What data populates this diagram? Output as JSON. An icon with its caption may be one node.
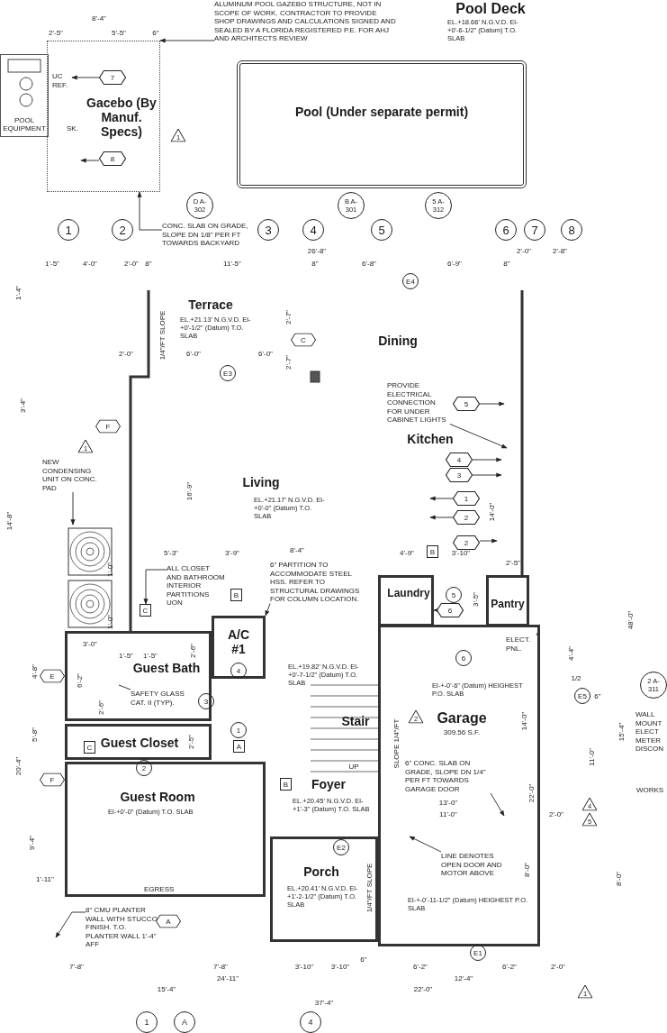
{
  "diagram": {
    "nodes": [
      {
        "text": [
          "POOL EQUIPMENT"
        ]
      },
      {
        "text": [
          "Gacebo (By Manuf. Specs)"
        ]
      },
      {
        "text": [
          "7"
        ],
        "in": 1
      },
      {
        "text": [
          "8"
        ],
        "in": 1
      },
      {
        "text": [
          "Pool (Under separate permit)"
        ]
      },
      {
        "text": [
          "ALUMINUM POOL GAZEBO STRUCTURE, NOT IN SCOPE OF WORK. CONTRACTOR TO PROVIDE SHOP DRAWINGS AND CALCULATIONS SIGNED AND SEALED BY A FLORIDA REGISTERED P.E. FOR AHJ AND ARCHITECTS REVIEW"
        ]
      },
      {
        "text": [
          "CONC. SLAB ON GRADE, SLOPE DN 1/8\" PER FT TOWARDS BACKYARD"
        ]
      },
      {
        "text": [
          "PROVIDE ELECTRICAL CONNECTION FOR UNDER CABINET LIGHTS"
        ]
      },
      {
        "text": [
          "5"
        ]
      },
      {
        "text": [
          "4"
        ]
      },
      {
        "text": [
          "3"
        ]
      },
      {
        "text": [
          "1"
        ]
      },
      {
        "text": [
          "2"
        ]
      },
      {
        "text": [
          "NEW CONDENSING UNIT ON CONC. PAD"
        ]
      },
      {
        "text": [],
        "shape": "picture"
      },
      {
        "text": [
          "2"
        ]
      },
      {
        "text": [
          "ALL CLOSET AND BATHROOM INTERIOR PARTITIONS UON"
        ]
      },
      {
        "text": [
          "6\" PARTITION TO ACCOMMODATE STEEL HSS. REFER TO STRUCTURAL DRAWINGS FOR COLUMN LOCATION."
        ]
      },
      {
        "text": [
          "Laundry"
        ]
      },
      {
        "text": [
          "6"
        ]
      },
      {
        "text": [
          "Pantry"
        ]
      },
      {
        "text": [
          "A/C #1"
        ]
      },
      {
        "text": [
          "Guest Bath"
        ]
      },
      {
        "text": [
          "SAFETY GLASS CAT. II (TYP)."
        ],
        "in": 22
      },
      {
        "text": [
          "Guest Closet"
        ]
      },
      {
        "text": [
          "El-+-0'-6\" (Datum) HEIGHEST P.O. SLAB",
          "Garage",
          "309.56 S.F.",
          "El-+-0'-11-1/2\" (Datum) HEIGHEST P.O. SLAB"
        ]
      },
      {
        "text": [
          "ELECT. PNL."
        ],
        "in": 25
      },
      {
        "text": [
          "6\" CONC. SLAB ON GRADE, SLOPE DN 1/4\" PER FT TOWARDS GARAGE DOOR"
        ],
        "in": 25
      },
      {
        "text": [
          "LINE DENOTES OPEN DOOR AND MOTOR ABOVE"
        ],
        "in": 25
      },
      {
        "text": [
          "Guest Room",
          "El-+0'-0\" (Datum) T.O. SLAB"
        ]
      },
      {
        "text": [
          "Porch",
          "EL.+20.41' N.G.V.D. El-+1'-2-1/2\" (Datum) T.O. SLAB"
        ]
      },
      {
        "text": [
          "8\" CMU PLANTER WALL WITH STUCCO FINISH. T.O. PLANTER WALL 1'-4\" AFF"
        ]
      },
      {
        "text": [
          "C"
        ]
      },
      {
        "text": [
          "B"
        ]
      },
      {
        "text": [
          "B"
        ]
      },
      {
        "text": [
          "C"
        ],
        "in": 24
      },
      {
        "text": [
          "A"
        ]
      },
      {
        "text": [
          "B"
        ]
      },
      {
        "text": [
          "UC REF."
        ],
        "in": 1
      }
    ],
    "edges": [
      {
        "from": 5,
        "to": 1,
        "arrow": "to"
      },
      {
        "from": 6,
        "to": 1,
        "arrow": "to"
      },
      {
        "from": 7,
        "to": null,
        "arrow": "to"
      },
      {
        "from": 13,
        "to": 14,
        "arrow": "to"
      },
      {
        "from": 16,
        "to": 32,
        "arrow": "to"
      },
      {
        "from": 17,
        "to": 21,
        "arrow": "to"
      },
      {
        "from": 23,
        "to": null,
        "arrow": "none"
      },
      {
        "from": 27,
        "to": null,
        "arrow": "to"
      },
      {
        "from": 28,
        "to": null,
        "arrow": "to"
      },
      {
        "from": 31,
        "to": null,
        "arrow": "to"
      },
      {
        "from": 26,
        "to": null,
        "arrow": "none"
      },
      {
        "from": 2,
        "to": 38,
        "arrow": "to"
      },
      {
        "from": 3,
        "to": null,
        "arrow": "to"
      },
      {
        "from": 8,
        "to": null,
        "arrow": "to"
      },
      {
        "from": 9,
        "to": null,
        "arrow": "to"
      },
      {
        "from": 10,
        "to": null,
        "arrow": "to"
      },
      {
        "from": 11,
        "to": null,
        "arrow": "to"
      },
      {
        "from": 12,
        "to": null,
        "arrow": "to"
      },
      {
        "from": 15,
        "to": null,
        "arrow": "to"
      },
      {
        "from": 19,
        "to": 18,
        "arrow": "to"
      }
    ],
    "labels": [
      "Pool Deck",
      "EL.+18.66' N.G.V.D. El-+0'-6-1/2\" (Datum) T.O. SLAB",
      "8'-4\"",
      "2'-5\"",
      "5'-5\"",
      "6\"",
      "SK.",
      "1",
      "D A-302",
      "B A-301",
      "5 A-312",
      "1",
      "2",
      "3",
      "4",
      "5",
      "6",
      "7",
      "8",
      "1'-5\"",
      "4'-0\"",
      "2'-0\"",
      "8\"",
      "11'-5\"",
      "26'-8\"",
      "8\"",
      "6'-8\"",
      "6'-9\"",
      "8\"",
      "2'-0\"",
      "2'-8\"",
      "E4",
      "Terrace",
      "EL.+21.13' N.G.V.D. El-+0'-1/2\" (Datum) T.O. SLAB",
      "1/4\"/FT SLOPE",
      "2'-0\"",
      "6'-0\"",
      "6'-0\"",
      "2'-7\"",
      "2'-7\"",
      "C",
      "E3",
      "Dining",
      "1'-4\"",
      "3'-4\"",
      "F",
      "1",
      "Kitchen",
      "Living",
      "EL.+21.17' N.G.V.D. El-+0'-0\" (Datum) T.O. SLAB",
      "16'-9\"",
      "14'-0\"",
      "14'-8\"",
      "1'-0\"",
      "1'-0\"",
      "5'-3\"",
      "3'-9\"",
      "8'-4\"",
      "4'-9\"",
      "3'-10\"",
      "2'-5\"",
      "5",
      "3'-5\"",
      "3'-0\"",
      "1'-5\"",
      "1'-5\"",
      "2'-6\"",
      "6'-2\"",
      "2'-6\"",
      "E",
      "4'-8\"",
      "4",
      "3",
      "1",
      "5'-8\"",
      "2'-5\"",
      "20'-4\"",
      "F",
      "2",
      "EL.+19.82' N.G.V.D. El-+0'-7-1/2\" (Datum) T.O. SLAB",
      "Stair",
      "UP",
      "Foyer",
      "EL.+20.45' N.G.V.D. El-+1'-3\" (Datum) T.O. SLAB",
      "SLOPE 1/4\"/FT",
      "6",
      "2",
      "E5",
      "6\"",
      "1/2",
      "4'-4\"",
      "48'-0\"",
      "2 A-311",
      "WALL MOUNT ELECT METER DISCON",
      "14'-0\"",
      "15'-4\"",
      "11'-0\"",
      "22'-0\"",
      "WORKS",
      "13'-0\"",
      "11'-0\"",
      "2'-0\"",
      "4",
      "5",
      "9'-4\"",
      "E2",
      "1/4\"/FT SLOPE",
      "8'-0\"",
      "8'-0\"",
      "1'-11\"",
      "EGRESS",
      "A",
      "E1",
      "7'-8\"",
      "7'-8\"",
      "3'-10\"",
      "3'-10\"",
      "6\"",
      "6'-2\"",
      "6'-2\"",
      "2'-0\"",
      "24'-11\"",
      "12'-4\"",
      "15'-4\"",
      "22'-0\"",
      "37'-4\"",
      "1",
      "1",
      "A",
      "4"
    ]
  }
}
